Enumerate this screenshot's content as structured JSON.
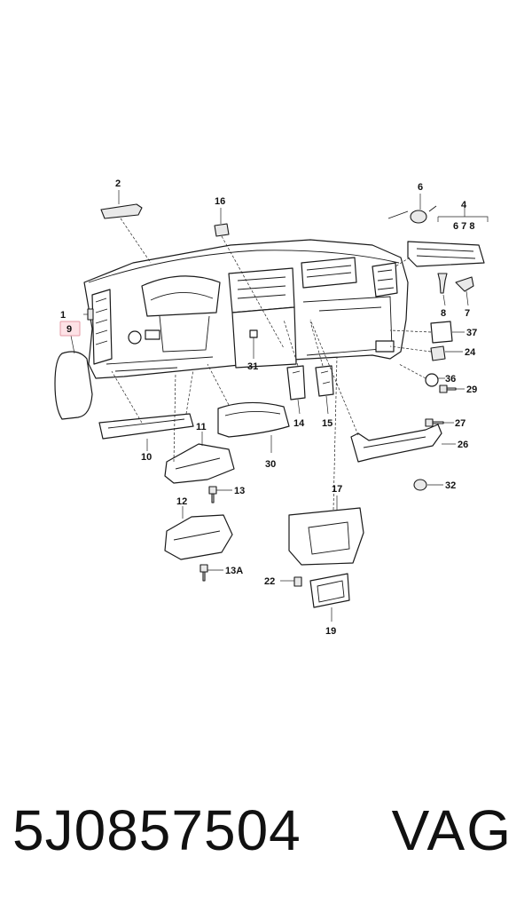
{
  "diagram": {
    "callouts": {
      "c1": "1",
      "c2": "2",
      "c4": "4",
      "c6": "6",
      "c678": "6 7 8",
      "c7": "7",
      "c8": "8",
      "c9": "9",
      "c10": "10",
      "c11": "11",
      "c12": "12",
      "c13": "13",
      "c13a": "13A",
      "c14": "14",
      "c15": "15",
      "c16": "16",
      "c17": "17",
      "c19": "19",
      "c22": "22",
      "c24": "24",
      "c26": "26",
      "c27": "27",
      "c29": "29",
      "c30": "30",
      "c31": "31",
      "c32": "32",
      "c36": "36",
      "c37": "37"
    },
    "highlighted_callout": "9",
    "highlight_color": "#fde2e6"
  },
  "footer": {
    "part_number": "5J0857504",
    "brand": "VAG"
  }
}
